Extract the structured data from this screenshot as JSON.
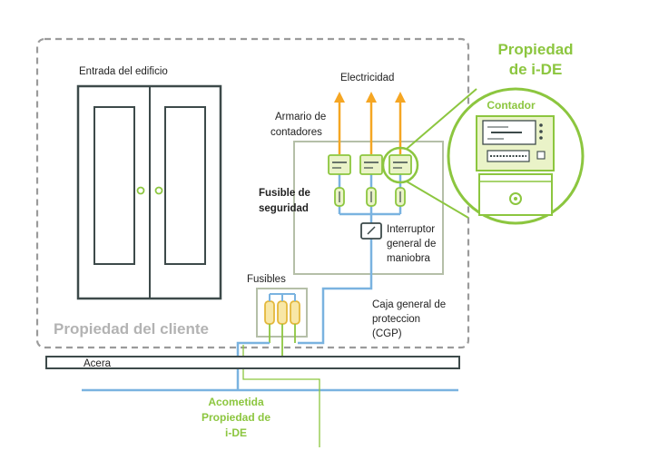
{
  "labels": {
    "building_entrance": "Entrada del edificio",
    "electricity": "Electricidad",
    "meter_cabinet_line1": "Armario de",
    "meter_cabinet_line2": "contadores",
    "safety_fuse_line1": "Fusible de",
    "safety_fuse_line2": "seguridad",
    "main_switch_line1": "Interruptor",
    "main_switch_line2": "general de",
    "main_switch_line3": "maniobra",
    "fuses": "Fusibles",
    "cgp_line1": "Caja general de",
    "cgp_line2": "proteccion",
    "cgp_line3": "(CGP)",
    "client_property": "Propiedad del cliente",
    "sidewalk": "Acera",
    "ide_property_line1": "Propiedad",
    "ide_property_line2": "de i-DE",
    "meter": "Contador",
    "service_line1": "Acometida",
    "service_line2": "Propiedad de",
    "service_line3": "i-DE"
  },
  "colors": {
    "brand_green": "#8cc63f",
    "cable_blue": "#7ab3e0",
    "arrow_orange": "#f5a623",
    "boundary_grey": "#9b9b9b",
    "door_dark": "#3d4a4a"
  }
}
